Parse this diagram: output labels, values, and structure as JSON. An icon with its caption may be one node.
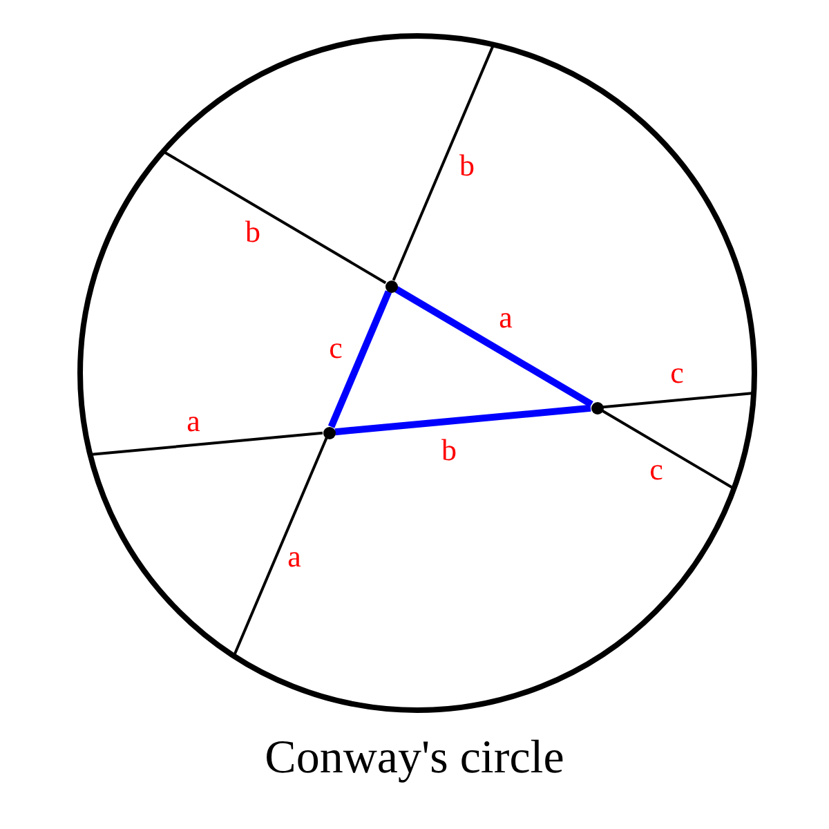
{
  "diagram": {
    "caption": "Conway's circle",
    "nodes": [
      {
        "text": [],
        "shape": "circle"
      },
      {
        "text": [],
        "shape": "circle",
        "in": 0
      },
      {
        "text": [],
        "shape": "circle",
        "in": 0
      },
      {
        "text": [],
        "shape": "circle",
        "in": 0
      }
    ],
    "edges": [
      {
        "from": 1,
        "to": 0,
        "arrow": "none",
        "label": "b"
      },
      {
        "from": 1,
        "to": 0,
        "arrow": "none",
        "label": "b"
      },
      {
        "from": 1,
        "to": 3,
        "arrow": "none",
        "label": "a",
        "style": "thick",
        "color": "#0000ff"
      },
      {
        "from": 1,
        "to": 2,
        "arrow": "none",
        "label": "c",
        "style": "thick",
        "color": "#0000ff"
      },
      {
        "from": 2,
        "to": 3,
        "arrow": "none",
        "label": "b",
        "style": "thick",
        "color": "#0000ff"
      },
      {
        "from": 3,
        "to": 0,
        "arrow": "none",
        "label": "c"
      },
      {
        "from": 3,
        "to": 0,
        "arrow": "none",
        "label": "c"
      },
      {
        "from": 2,
        "to": 0,
        "arrow": "none",
        "label": "a"
      },
      {
        "from": 2,
        "to": 0,
        "arrow": "none",
        "label": "a"
      }
    ]
  }
}
